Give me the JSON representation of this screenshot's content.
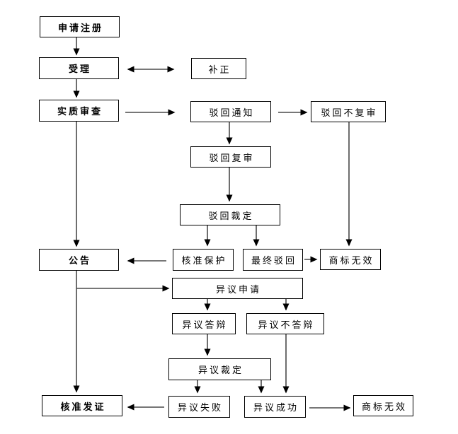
{
  "nodes": {
    "apply": {
      "label": "申请注册"
    },
    "accept": {
      "label": "受理"
    },
    "correction": {
      "label": "补正"
    },
    "substantive_exam": {
      "label": "实质审查"
    },
    "rejection_notice": {
      "label": "驳回通知"
    },
    "rejection_no_review": {
      "label": "驳回不复审"
    },
    "rejection_review": {
      "label": "驳回复审"
    },
    "rejection_ruling": {
      "label": "驳回裁定"
    },
    "announcement": {
      "label": "公告"
    },
    "approved_protection": {
      "label": "核准保护"
    },
    "final_rejection": {
      "label": "最终驳回"
    },
    "trademark_invalid_top": {
      "label": "商标无效"
    },
    "opposition_application": {
      "label": "异议申请"
    },
    "opposition_defense": {
      "label": "异议答辩"
    },
    "opposition_no_defense": {
      "label": "异议不答辩"
    },
    "opposition_ruling": {
      "label": "异议裁定"
    },
    "opposition_failed": {
      "label": "异议失败"
    },
    "opposition_succeeded": {
      "label": "异议成功"
    },
    "trademark_invalid_bottom": {
      "label": "商标无效"
    },
    "approval_certificate": {
      "label": "核准发证"
    }
  },
  "colors": {
    "box_border": "#000000",
    "text": "#000000",
    "line_shaft": "#4a4a4a",
    "arrowhead": "#000000",
    "background": "#ffffff"
  }
}
